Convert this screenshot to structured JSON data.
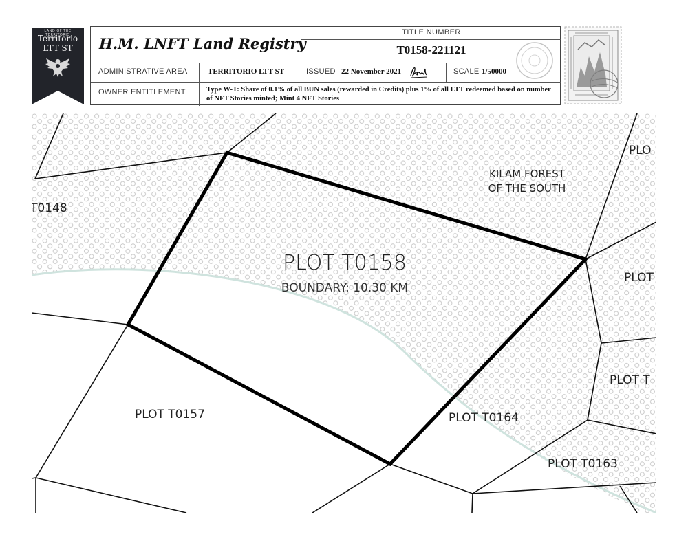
{
  "badge": {
    "small_text": "LAND OF THE TERRITORIO",
    "line1": "Territorio",
    "line2": "LTT ST",
    "emblem_icon": "eagle-emblem-icon"
  },
  "header": {
    "registry_title": "H.M. LNFT Land Registry",
    "title_number_label": "TITLE NUMBER",
    "title_number": "T0158-221121",
    "admin_area_label": "ADMINISTRATIVE AREA",
    "admin_area": "TERRITORIO LTT ST",
    "issued_label": "ISSUED",
    "issued_date": "22 November 2021",
    "scale_label": "SCALE",
    "scale_value": "1/50000",
    "owner_label": "OWNER ENTITLEMENT",
    "owner_text": "Type W-T: Share of 0.1% of all BUN sales (rewarded in Credits) plus 1% of all LTT redeemed based on number of NFT Stories minted; Mint 4 NFT Stories"
  },
  "map": {
    "main_plot": "PLOT T0158",
    "boundary": "BOUNDARY: 10.30 KM",
    "forest_line1": "KILAM FOREST",
    "forest_line2": "OF THE SOUTH",
    "plots": [
      "T0148",
      "PLOT T0157",
      "PLOT T0164",
      "PLOT T0163",
      "PLO",
      "PLOT",
      "PLOT T"
    ]
  },
  "colors": {
    "badge_bg": "#22242a",
    "dot_pattern": "#c8c8c8",
    "river": "#cfe3de",
    "boundary": "#000000"
  }
}
